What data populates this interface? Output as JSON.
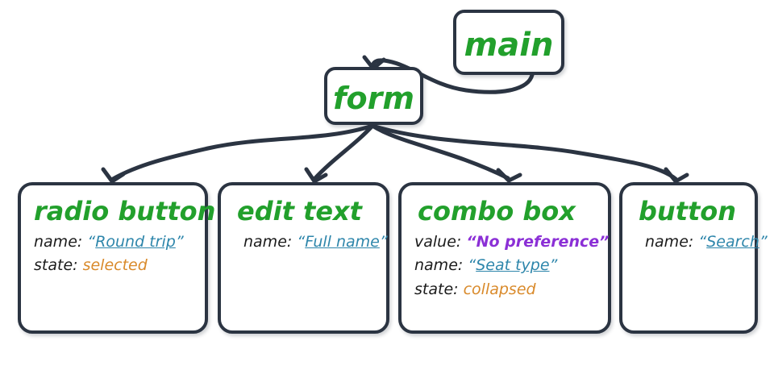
{
  "diagram": {
    "title": "accessibility-tree-nodes",
    "colors": {
      "node_border": "#2b3442",
      "node_title": "#22a02c",
      "label_text": "#1b1b1b",
      "name_value": "#2e86ab",
      "state_value": "#d98a2b",
      "combo_value": "#8b2fd6",
      "edge": "#2b3442",
      "background": "#ffffff"
    },
    "nodes": {
      "main": {
        "title": "main"
      },
      "form": {
        "title": "form"
      },
      "radio_button": {
        "title": "radio button",
        "props": [
          {
            "key": "name:",
            "value": "Round trip",
            "quoted": true,
            "style": "link"
          },
          {
            "key": "state:",
            "value": "selected",
            "quoted": false,
            "style": "state"
          }
        ]
      },
      "edit_text": {
        "title": "edit text",
        "props": [
          {
            "key": "name:",
            "value": "Full name",
            "quoted": true,
            "style": "link"
          }
        ]
      },
      "combo_box": {
        "title": "combo box",
        "props": [
          {
            "key": "value:",
            "value": "No preference",
            "quoted": true,
            "style": "value"
          },
          {
            "key": "name:",
            "value": "Seat type",
            "quoted": true,
            "style": "link"
          },
          {
            "key": "state:",
            "value": "collapsed",
            "quoted": false,
            "style": "state"
          }
        ]
      },
      "button": {
        "title": "button",
        "props": [
          {
            "key": "name:",
            "value": "Search",
            "quoted": true,
            "style": "link"
          }
        ]
      }
    },
    "edges": [
      {
        "from": "main",
        "to": "form"
      },
      {
        "from": "form",
        "to": "radio_button"
      },
      {
        "from": "form",
        "to": "edit_text"
      },
      {
        "from": "form",
        "to": "combo_box"
      },
      {
        "from": "form",
        "to": "button"
      }
    ],
    "quote_open": "“",
    "quote_close": "”"
  }
}
